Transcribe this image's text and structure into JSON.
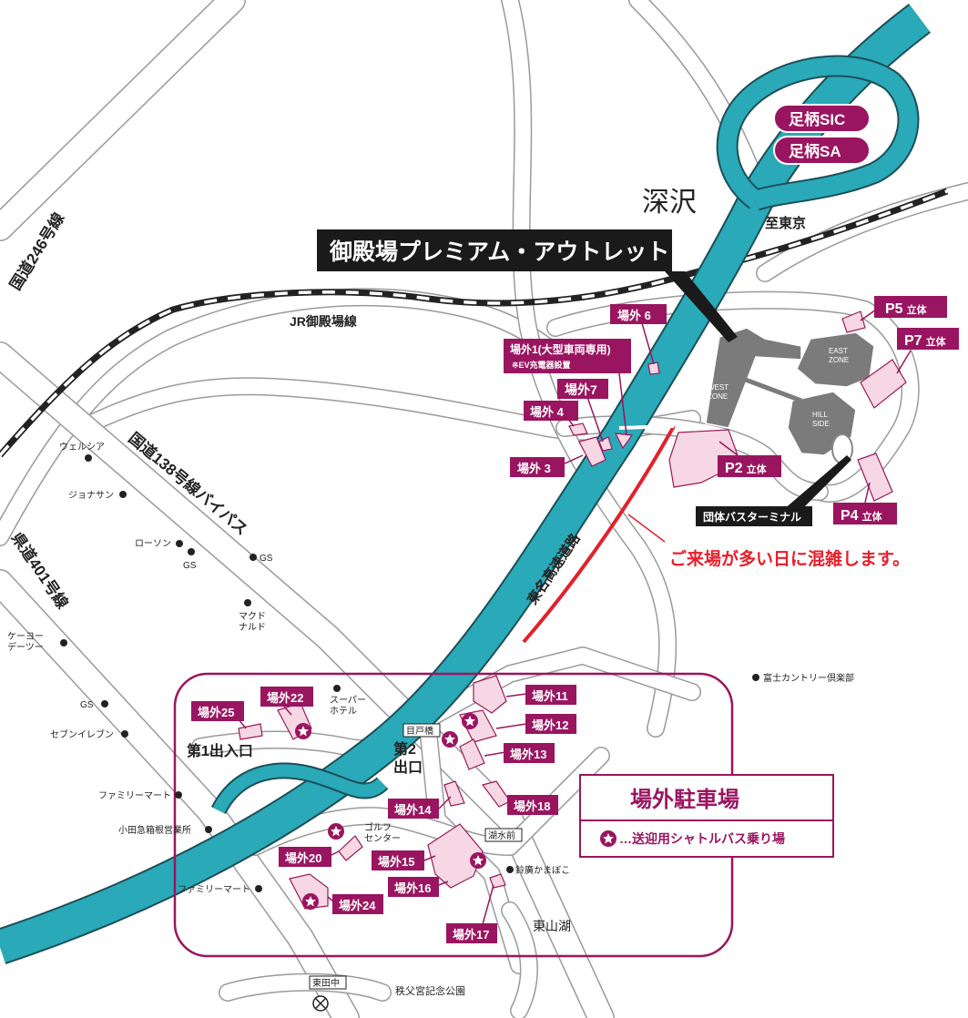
{
  "title": "御殿場プレミアム・アウトレット",
  "area_label": "深沢",
  "direction_label": "至東京",
  "rail_label": "JR御殿場線",
  "routes": {
    "r246": "国道246号線",
    "r138": "国道138号線バイパス",
    "r401": "県道401号線",
    "expressway": "東名高速道路"
  },
  "interchange": {
    "sic": "足柄SIC",
    "sa": "足柄SA"
  },
  "zones": {
    "west": "WEST\nZONE",
    "east": "EAST\nZONE",
    "hill": "HILL\nSIDE"
  },
  "parking_garages": [
    {
      "name": "P5",
      "type": "立体"
    },
    {
      "name": "P7",
      "type": "立体"
    },
    {
      "name": "P2",
      "type": "立体"
    },
    {
      "name": "P4",
      "type": "立体"
    }
  ],
  "bus_terminal": "団体バスターミナル",
  "congestion_note": "ご来場が多い日に混雑します。",
  "offsite_lots": {
    "l1": "場外1(大型車両専用)",
    "l1_note": "※EV充電器設置",
    "l3": "場外 3",
    "l4": "場外 4",
    "l6": "場外 6",
    "l7": "場外7",
    "l11": "場外11",
    "l12": "場外12",
    "l13": "場外13",
    "l14": "場外14",
    "l15": "場外15",
    "l16": "場外16",
    "l17": "場外17",
    "l18": "場外18",
    "l20": "場外20",
    "l22": "場外22",
    "l24": "場外24",
    "l25": "場外25"
  },
  "entrances": {
    "first": "第1出入口",
    "second_line1": "第2",
    "second_line2": "出口"
  },
  "landmarks": {
    "welcia": "ウェルシア",
    "jonathan": "ジョナサン",
    "lawson": "ローソン",
    "gs": "GS",
    "mcd": "マクド\nナルド",
    "keiyo": "ケーヨー\nデーツー",
    "seven": "セブンイレブン",
    "familymart": "ファミリーマート",
    "odakyu": "小田急箱根営業所",
    "super": "スーパー\nホテル",
    "golf": "ゴルフ\nセンター",
    "fuji_country": "富士カントリー倶楽部",
    "suzuhiro": "鈴廣かまぼこ",
    "higashiyama": "東山湖",
    "chichibu": "秩父宮記念公園",
    "medobashi": "目戸橋",
    "kosuimae": "湖水前",
    "higashida": "東田中"
  },
  "legend": {
    "title": "場外駐車場",
    "shuttle": "…送迎用シャトルバス乗り場"
  },
  "colors": {
    "brand": "#9a1560",
    "expressway": "#2aa9b8",
    "congestion": "#e5202b",
    "lot_fill": "#f7d7e3",
    "building": "#7b7b7b"
  }
}
